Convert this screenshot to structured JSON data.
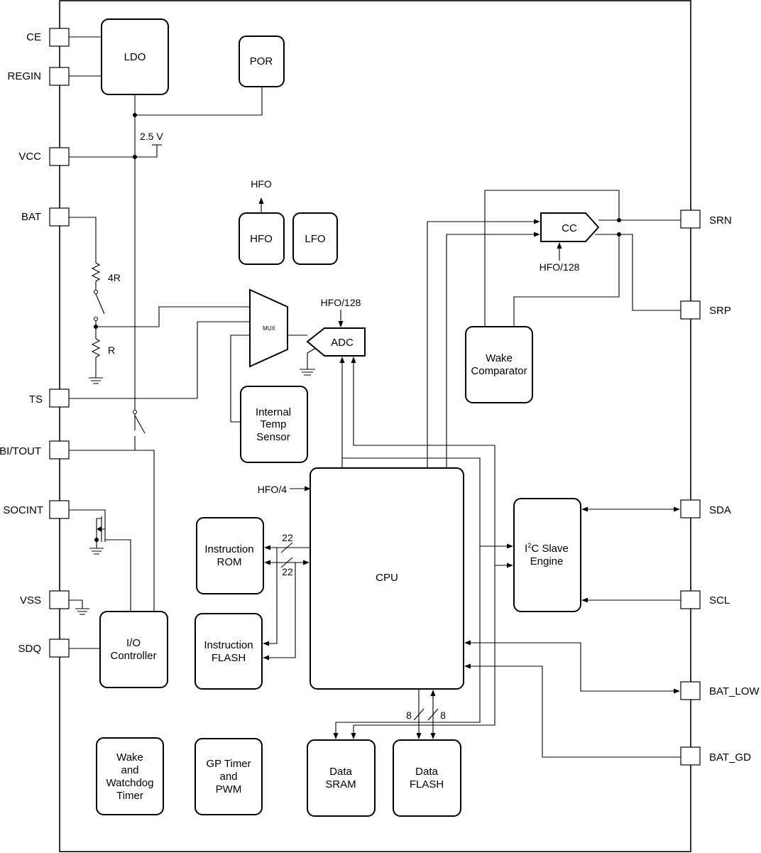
{
  "pins_left": {
    "ce": "CE",
    "regin": "REGIN",
    "vcc": "VCC",
    "bat": "BAT",
    "ts": "TS",
    "bi_tout": "BI/TOUT",
    "socint": "SOCINT",
    "vss": "VSS",
    "sdq": "SDQ"
  },
  "pins_right": {
    "srn": "SRN",
    "srp": "SRP",
    "sda": "SDA",
    "scl": "SCL",
    "bat_low": "BAT_LOW",
    "bat_gd": "BAT_GD"
  },
  "blocks": {
    "ldo": "LDO",
    "por": "POR",
    "hfo": "HFO",
    "lfo": "LFO",
    "cc": "CC",
    "adc": "ADC",
    "mux": "MUX",
    "temp_sensor": [
      "Internal",
      "Temp",
      "Sensor"
    ],
    "wake_comparator": [
      "Wake",
      "Comparator"
    ],
    "cpu": "CPU",
    "i2c_engine": [
      "C Slave",
      "Engine"
    ],
    "i2c_prefix": "I",
    "i2c_superscript": "2",
    "instruction_rom": [
      "Instruction",
      "ROM"
    ],
    "instruction_flash": [
      "Instruction",
      "FLASH"
    ],
    "io_controller": [
      "I/O",
      "Controller"
    ],
    "wake_watchdog": [
      "Wake",
      "and",
      "Watchdog",
      "Timer"
    ],
    "gp_timer": [
      "GP Timer",
      "and",
      "PWM"
    ],
    "data_sram": [
      "Data",
      "SRAM"
    ],
    "data_flash": [
      "Data",
      "FLASH"
    ]
  },
  "labels": {
    "v25": "2.5 V",
    "hfo_out": "HFO",
    "hfo128_cc": "HFO/128",
    "hfo128_adc": "HFO/128",
    "hfo4": "HFO/4",
    "r4": "4R",
    "r": "R",
    "bus_rom": "22",
    "bus_flash": "22",
    "bus_sram": "8",
    "bus_dflash": "8"
  }
}
